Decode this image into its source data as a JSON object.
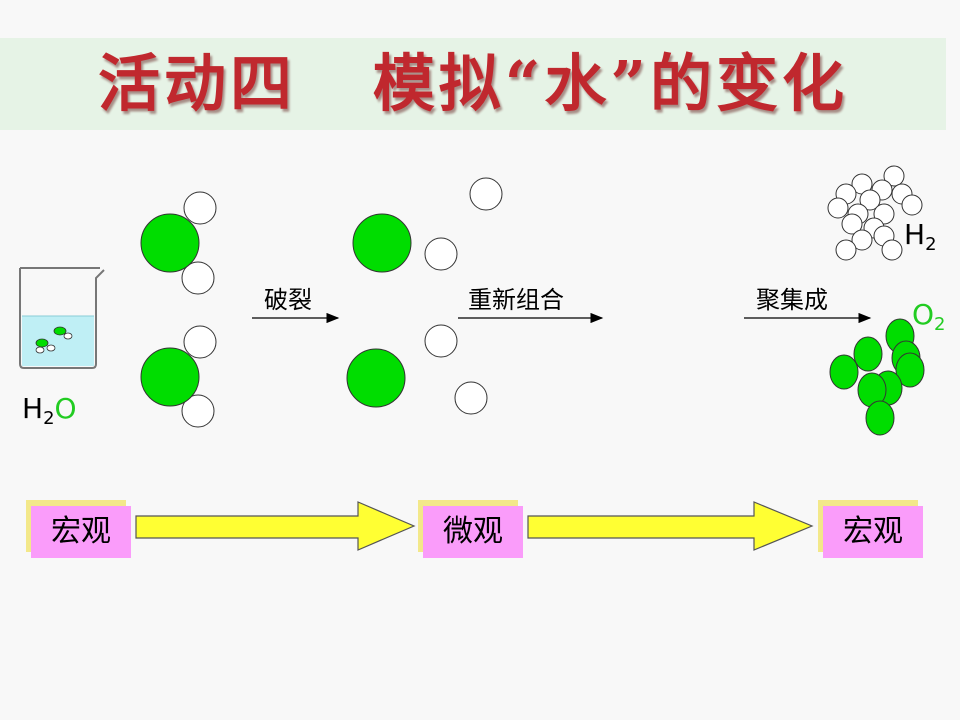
{
  "slide": {
    "title": "活动四   模拟“水”的变化"
  },
  "diagram": {
    "water_formula": {
      "prefix": "H",
      "sub": "2",
      "suffix": "O"
    },
    "arrows": [
      {
        "label": "破裂"
      },
      {
        "label": "重新组合"
      },
      {
        "label": "聚集成"
      }
    ],
    "h2_formula": {
      "prefix": "H",
      "sub": "2"
    },
    "o2_formula": {
      "prefix": "O",
      "sub": "2"
    },
    "colors": {
      "oxygen_atom": "#00dd00",
      "hydrogen_atom": "#ffffff",
      "title": "#c0282e",
      "label_box": "#fa9cfa",
      "label_box_shadow": "#f3e88a",
      "flow_arrow": "#ffff33",
      "water": "#bfeff5"
    }
  },
  "flow": {
    "stages": [
      {
        "label": "宏观"
      },
      {
        "label": "微观"
      },
      {
        "label": "宏观"
      }
    ]
  }
}
